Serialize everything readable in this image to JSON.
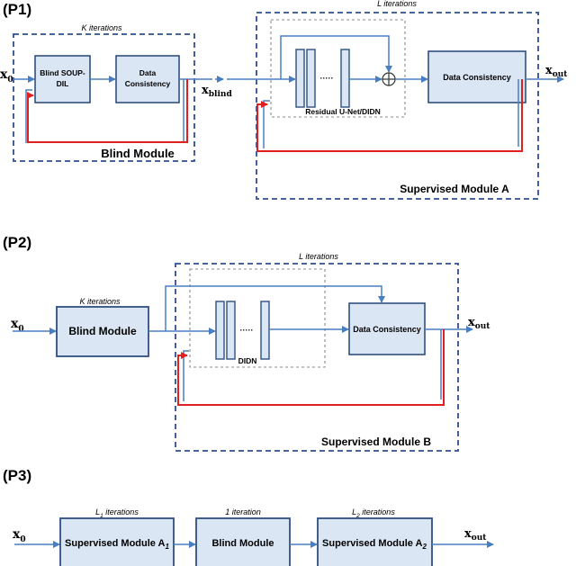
{
  "p1": {
    "panel_label": "(P1)",
    "blind_group_iterations": "K iterations",
    "blind_group_title": "Blind Module",
    "soup_line1": "Blind SOUP-",
    "soup_line2": "DIL",
    "dc1_line1": "Data",
    "dc1_line2": "Consistency",
    "x0_base": "x",
    "x0_sub": "0",
    "xblind_base": "x",
    "xblind_sub": "blind",
    "sup_iterations": "L iterations",
    "ellipsis": "·····",
    "residual_label": "Residual U-Net/DIDN",
    "dc2": "Data Consistency",
    "xout_base": "x",
    "xout_sub": "out",
    "sup_title": "Supervised Module A"
  },
  "p2": {
    "panel_label": "(P2)",
    "x0_base": "x",
    "x0_sub": "0",
    "k_iterations": "K iterations",
    "blind": "Blind Module",
    "l_iterations": "L iterations",
    "ellipsis": "·····",
    "didn": "DIDN",
    "dc": "Data Consistency",
    "xout_base": "x",
    "xout_sub": "out",
    "sup_title": "Supervised Module B"
  },
  "p3": {
    "panel_label": "(P3)",
    "x0_base": "x",
    "x0_sub": "0",
    "l1_iter": {
      "pre": "L",
      "sub": "1",
      "post": " iterations"
    },
    "one_iter": "1 iteration",
    "l2_iter": {
      "pre": "L",
      "sub": "2",
      "post": " iterations"
    },
    "supA1": {
      "pre": "Supervised Module A",
      "sub": "1"
    },
    "blind": "Blind Module",
    "supA2": {
      "pre": "Supervised Module A",
      "sub": "2"
    },
    "xout_base": "x",
    "xout_sub": "out"
  }
}
